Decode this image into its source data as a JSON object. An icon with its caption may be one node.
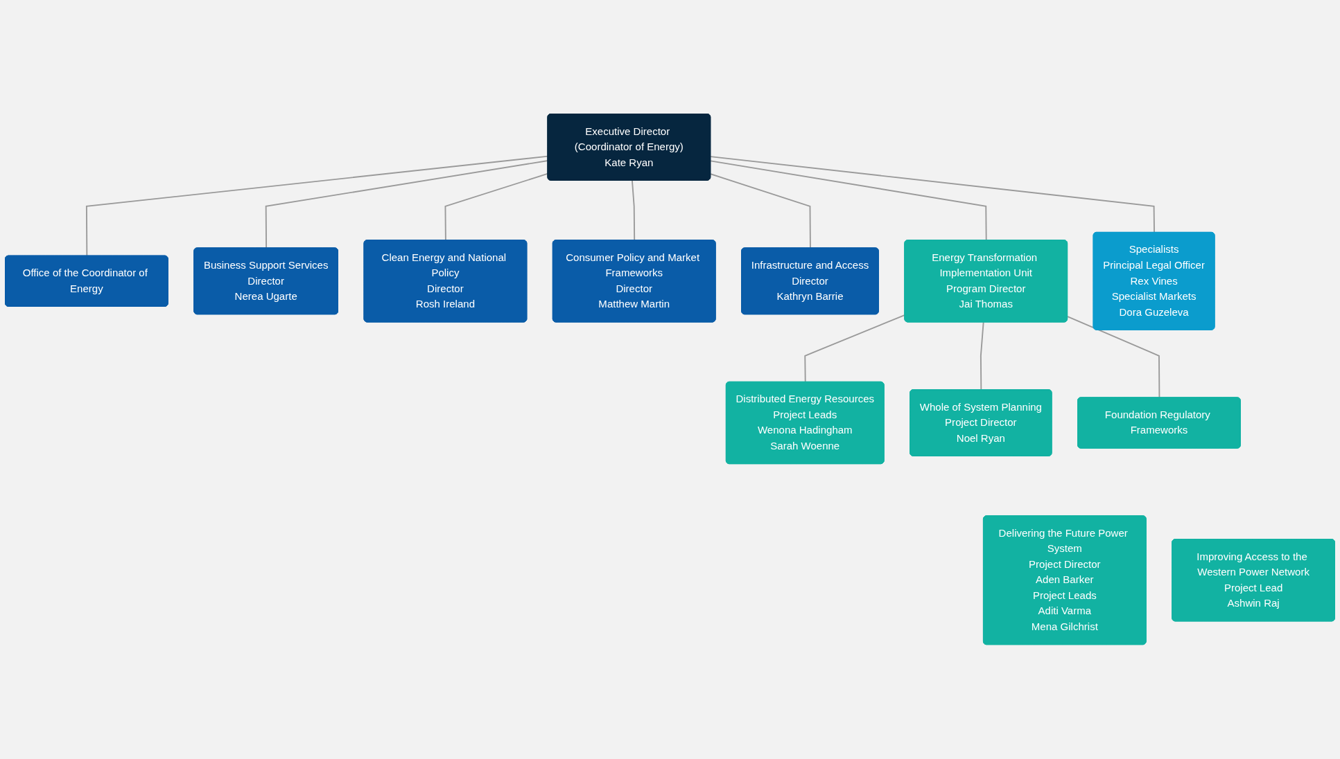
{
  "diagram": {
    "nodes": [
      {
        "text": [
          "Executive Director (Coordinator of Energy)",
          "Kate Ryan"
        ]
      },
      {
        "text": [
          "Office of the Coordinator of Energy"
        ]
      },
      {
        "text": [
          "Business Support Services",
          "Director",
          "Nerea Ugarte"
        ]
      },
      {
        "text": [
          "Clean Energy and National Policy",
          "Director",
          "Rosh Ireland"
        ]
      },
      {
        "text": [
          "Consumer Policy and Market Frameworks",
          "Director",
          "Matthew Martin"
        ]
      },
      {
        "text": [
          "Infrastructure and Access",
          "Director",
          "Kathryn Barrie"
        ]
      },
      {
        "text": [
          "Specialists",
          "Principal Legal Officer",
          "Rex Vines",
          "Specialist Markets",
          "Dora Guzeleva"
        ]
      },
      {
        "text": [
          "Energy Transformation Implementation Unit",
          "Program Director",
          "Jai Thomas"
        ]
      },
      {
        "text": [
          "Distributed Energy Resources",
          "Project Leads",
          "Wenona Hadingham",
          "Sarah Woenne"
        ]
      },
      {
        "text": [
          "Whole of System Planning",
          "Project Director",
          "Noel Ryan"
        ]
      },
      {
        "text": [
          "Foundation Regulatory Frameworks"
        ]
      },
      {
        "text": [
          "Delivering the Future Power System",
          "Project Director",
          "Aden Barker",
          "Project Leads",
          "Aditi Varma",
          "Mena Gilchrist"
        ]
      },
      {
        "text": [
          "Improving Access to the Western Power Network",
          "Project Lead",
          "Ashwin Raj"
        ]
      }
    ],
    "edges": [
      {
        "from": 0,
        "to": 1,
        "arrow": "none"
      },
      {
        "from": 0,
        "to": 2,
        "arrow": "none"
      },
      {
        "from": 0,
        "to": 3,
        "arrow": "none"
      },
      {
        "from": 0,
        "to": 4,
        "arrow": "none"
      },
      {
        "from": 0,
        "to": 5,
        "arrow": "none"
      },
      {
        "from": 0,
        "to": 6,
        "arrow": "none"
      },
      {
        "from": 0,
        "to": 7,
        "arrow": "none"
      },
      {
        "from": 7,
        "to": 8,
        "arrow": "none"
      },
      {
        "from": 7,
        "to": 9,
        "arrow": "none"
      },
      {
        "from": 7,
        "to": 10,
        "arrow": "none"
      }
    ]
  }
}
